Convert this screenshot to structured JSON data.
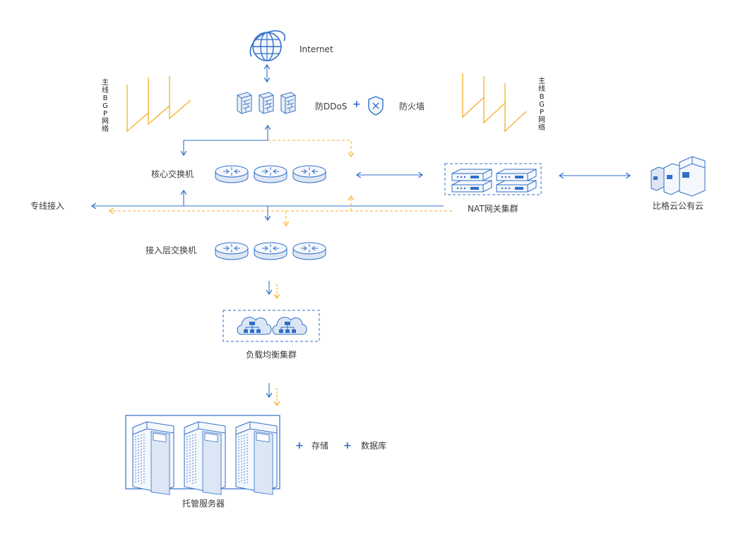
{
  "labels": {
    "internet": "Internet",
    "ddos": "防DDoS",
    "firewall": "防火墙",
    "core_switch": "核心交换机",
    "access_switch": "接入层交换机",
    "dedicated_line": "专线接入",
    "nat_cluster": "NAT网关集群",
    "public_cloud": "比格云公有云",
    "load_balancer": "负载均衡集群",
    "hosted_servers": "托管服务器",
    "storage": "存储",
    "database": "数据库",
    "plus": "+"
  },
  "bgp_left": [
    "主",
    "线",
    "B",
    "G",
    "P",
    "网",
    "络"
  ],
  "bgp_right": [
    "主",
    "线",
    "B",
    "G",
    "P",
    "网",
    "络"
  ],
  "colors": {
    "blue": "#2f6fc9",
    "orange": "#f5b025",
    "icon_fill": "#e8eef8",
    "icon_stroke": "#2f6fc9"
  }
}
